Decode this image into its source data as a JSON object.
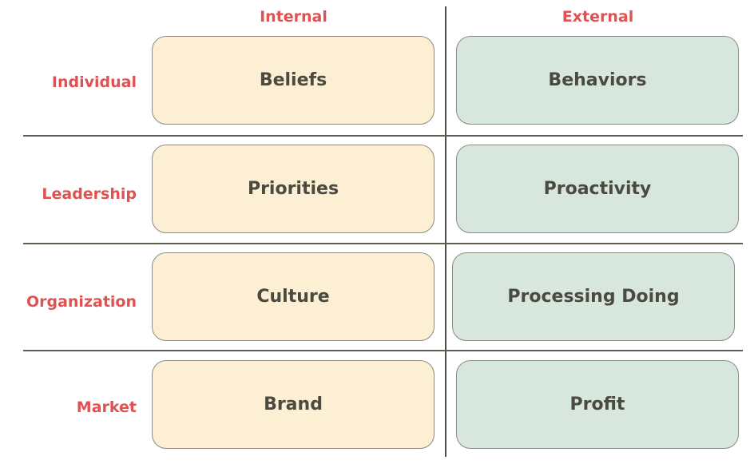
{
  "columns": [
    {
      "label": "Internal"
    },
    {
      "label": "External"
    }
  ],
  "rows": [
    {
      "label": "Individual",
      "internal": "Beliefs",
      "external": "Behaviors"
    },
    {
      "label": "Leadership",
      "internal": "Priorities",
      "external": "Proactivity"
    },
    {
      "label": "Organization",
      "internal": "Culture",
      "external": "Processing Doing"
    },
    {
      "label": "Market",
      "internal": "Brand",
      "external": "Profit"
    }
  ],
  "colors": {
    "label_red": "#e05252",
    "internal_fill": "#fdefd4",
    "external_fill": "#d8e7dd",
    "box_border": "#8a8a84",
    "text_dark": "#4a4a40",
    "grid_line": "#5e5e50"
  }
}
